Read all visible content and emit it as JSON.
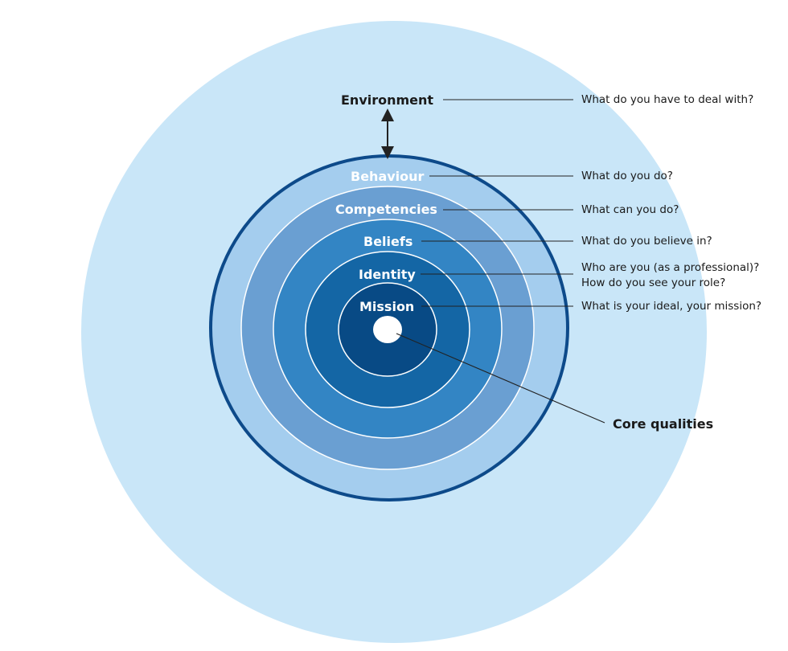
{
  "diagram": {
    "colors": {
      "environment": "#c9e6f8",
      "behaviour": "#a4cdee",
      "competencies": "#6a9fd2",
      "beliefs": "#3385c4",
      "identity": "#1466a5",
      "mission": "#084a85",
      "core": "#ffffff",
      "outline": "#0d4a8a"
    },
    "levels": [
      {
        "name": "Environment",
        "question": "What do you have to deal with?"
      },
      {
        "name": "Behaviour",
        "question": "What do you do?"
      },
      {
        "name": "Competencies",
        "question": "What can you do?"
      },
      {
        "name": "Beliefs",
        "question": "What do you believe in?"
      },
      {
        "name": "Identity",
        "question": "Who are you (as a professional)?",
        "question_line2": "How do you see your role?"
      },
      {
        "name": "Mission",
        "question": "What is your ideal, your mission?"
      }
    ],
    "core": {
      "name": "Core qualities"
    }
  }
}
